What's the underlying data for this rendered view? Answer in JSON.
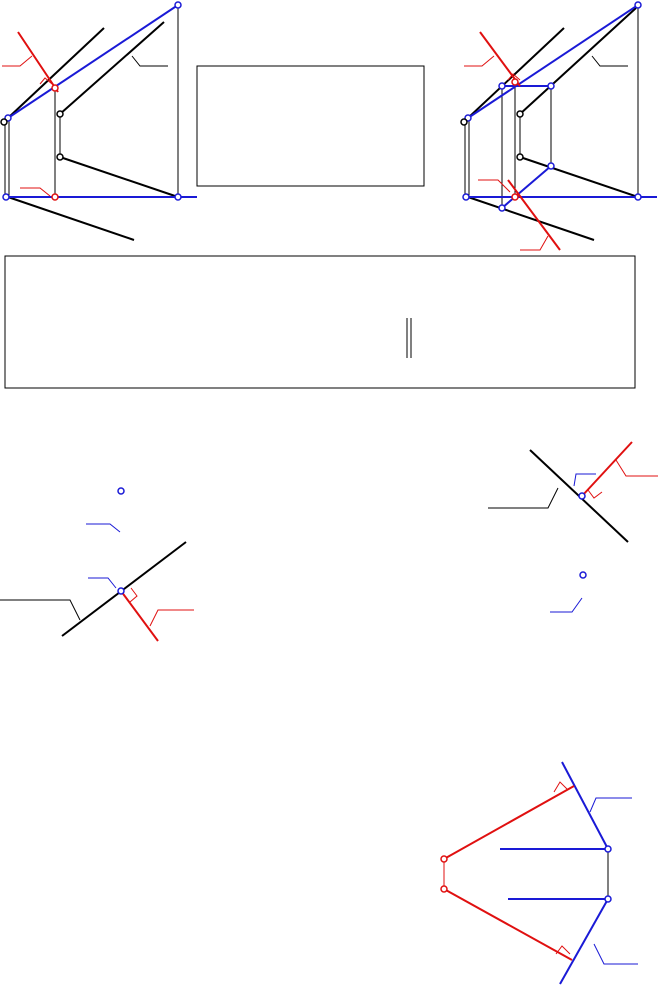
{
  "document": {
    "type": "descriptive-geometry-construction-sheet",
    "printed_text": []
  },
  "colors": {
    "construction_line": "#000000",
    "given_line": "#1a1ad6",
    "perpendicular": "#e01010",
    "point_marker_given": "#1a1ad6",
    "point_marker_perp": "#e01010",
    "frame": "#000000"
  },
  "figures": [
    {
      "id": "fig-1",
      "kind": "projection-pair",
      "has_blank_label_box": true
    },
    {
      "id": "fig-2",
      "kind": "projection-pair-solved"
    },
    {
      "id": "fig-3",
      "kind": "blank-answer-box",
      "has_parallel-mark": true
    },
    {
      "id": "fig-4",
      "kind": "point-to-line-distance"
    },
    {
      "id": "fig-5",
      "kind": "point-to-line-distance-mirrored"
    },
    {
      "id": "fig-6",
      "kind": "perpendiculars-construction"
    }
  ]
}
